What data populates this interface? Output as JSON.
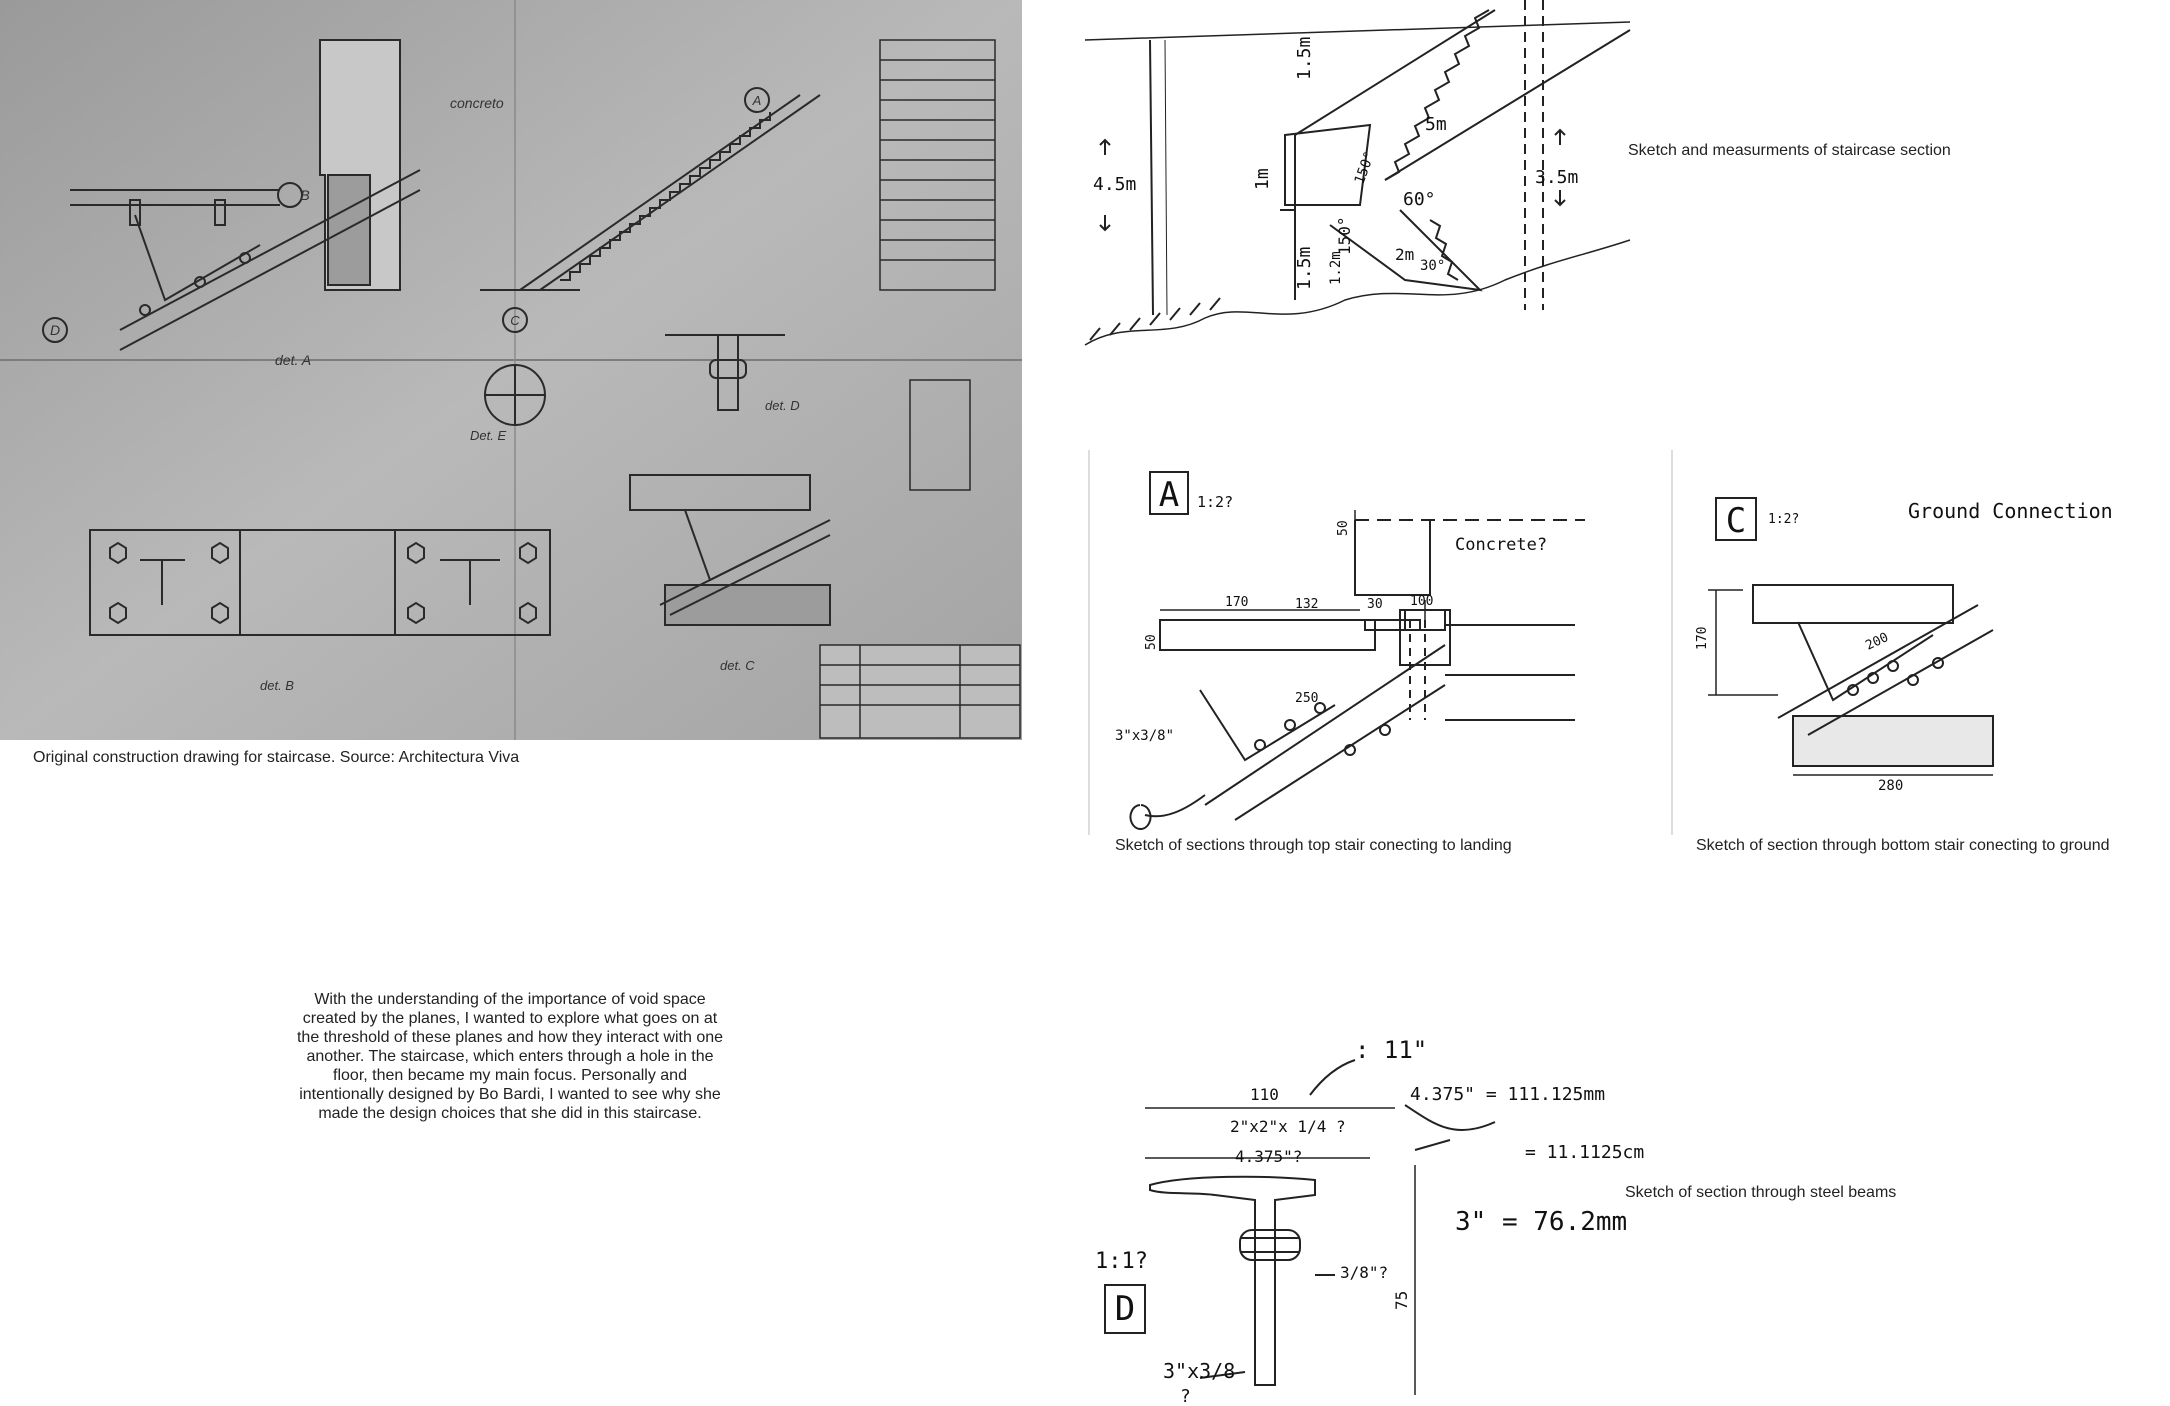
{
  "captions": {
    "original_drawing": "Original construction drawing for staircase. Source: Architectura Viva",
    "section_sketch": "Sketch and measurments of staircase section",
    "top_stair": "Sketch of sections through top stair conecting to landing",
    "bottom_stair": "Sketch of section through bottom stair conecting to ground",
    "steel_beams": "Sketch of section through steel beams"
  },
  "body_text": "With the understanding of the importance of void space created by the planes, I wanted to explore what goes on at the threshold of these planes and how they interact with one another. The staircase, which enters through a hole in the floor, then became my main focus. Personally and intentionally designed by Bo Bardi, I wanted to see why she made the design choices that she did in this staircase.",
  "blueprint_labels": {
    "concrete": "concreto",
    "detail_a": "det. A",
    "detail_b": "det. B",
    "detail_c": "det. C",
    "detail_d": "det. D",
    "detail_e": "Det. E",
    "marker_a": "A",
    "marker_b": "B",
    "marker_c": "C",
    "marker_d": "D"
  },
  "section_sketch_labels": {
    "h1": "1.5m",
    "h2": "4.5m",
    "h3": "3.5m",
    "h4": "1m",
    "h5": "1.5m",
    "h6": "1.2m",
    "l1": "5m",
    "l2": "2m",
    "a1": "150°",
    "a2": "60°",
    "a3": "150°",
    "a4": "30°"
  },
  "sketch_a": {
    "letter": "A",
    "scale": "1:2?",
    "note": "Concrete?",
    "dims": [
      "50",
      "170",
      "132",
      "30",
      "100",
      "50",
      "250",
      "3\"x3/8\""
    ]
  },
  "sketch_c": {
    "letter": "C",
    "scale": "1:2?",
    "title": "Ground Connection",
    "dims": [
      "170",
      "200",
      "280"
    ]
  },
  "sketch_d": {
    "letter": "D",
    "scale": "1:1?",
    "notes": [
      "110",
      ": 11\"",
      "4.375\" = 111.125mm",
      "= 11.1125cm",
      "2\"x2\"x 1/4 ?",
      "4.375\"?",
      "3/8\"?",
      "3\" = 76.2mm",
      "75",
      "3\"x3/8",
      "?"
    ]
  }
}
